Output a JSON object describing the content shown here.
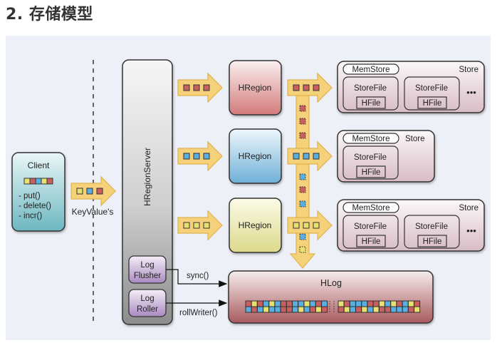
{
  "heading": "2. 存储模型",
  "diagram": {
    "client": {
      "title": "Client",
      "methods": [
        "- put()",
        "- delete()",
        "- incr()"
      ],
      "key_colors": [
        "yellow",
        "red",
        "blue",
        "yellow",
        "red"
      ]
    },
    "client_arrow_label": "KeyValue's",
    "region_server": {
      "label": "HRegionServer"
    },
    "log_flusher": {
      "line1": "Log",
      "line2": "Flusher"
    },
    "log_roller": {
      "line1": "Log",
      "line2": "Roller"
    },
    "sync_label": "sync()",
    "roll_label": "rollWriter()",
    "regions": [
      {
        "label": "HRegion",
        "color": "red"
      },
      {
        "label": "HRegion",
        "color": "blue"
      },
      {
        "label": "HRegion",
        "color": "yellow"
      }
    ],
    "stores": [
      {
        "memstore": "MemStore",
        "store": "Store",
        "storefiles": [
          {
            "label": "StoreFile",
            "hfile": "HFile"
          },
          {
            "label": "StoreFile",
            "hfile": "HFile"
          }
        ],
        "more": "•••"
      },
      {
        "memstore": "MemStore",
        "store": "Store",
        "storefiles": [
          {
            "label": "StoreFile",
            "hfile": "HFile"
          }
        ],
        "more": ""
      },
      {
        "memstore": "MemStore",
        "store": "Store",
        "storefiles": [
          {
            "label": "StoreFile",
            "hfile": "HFile"
          },
          {
            "label": "StoreFile",
            "hfile": "HFile"
          }
        ],
        "more": "•••"
      }
    ],
    "hlog": {
      "label": "HLog",
      "left_cells": [
        "red",
        "yellow",
        "red",
        "blue",
        "yellow",
        "blue",
        "red",
        "red",
        "blue",
        "blue",
        "yellow",
        "blue",
        "red",
        "blue"
      ],
      "right_cells": [
        "yellow",
        "red",
        "blue",
        "blue",
        "blue",
        "red",
        "red",
        "yellow",
        "blue",
        "yellow",
        "red",
        "blue",
        "yellow",
        "red"
      ]
    },
    "palette": {
      "red": "#c95f5f",
      "blue": "#5aaee0",
      "yellow": "#e8e070",
      "arrow_fill": "#f5d27a",
      "arrow_stroke": "#e0b24e"
    }
  }
}
